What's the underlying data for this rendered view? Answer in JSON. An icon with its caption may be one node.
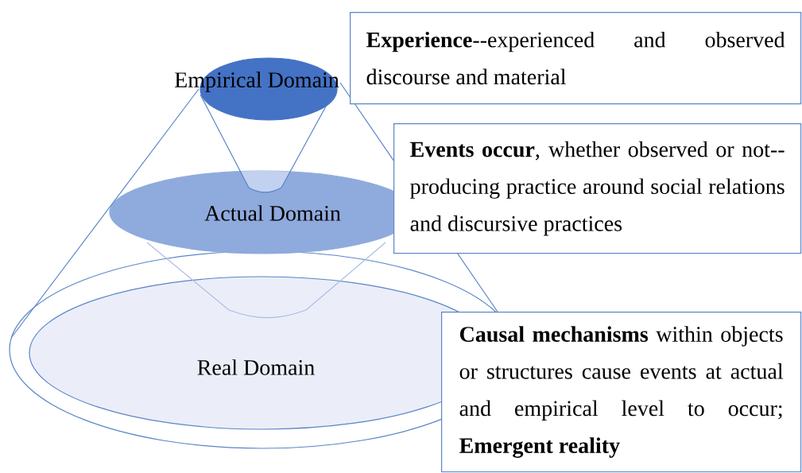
{
  "diagram": {
    "nodes": [
      {
        "text": [
          "Empirical Domain"
        ]
      },
      {
        "text": [
          "Actual Domain"
        ]
      },
      {
        "text": [
          "Real Domain"
        ]
      },
      {
        "text": [
          "**Experience**--experienced and observed discourse and material"
        ]
      },
      {
        "text": [
          "**Events occur**, whether observed or not--producing practice around social relations and discursive practices"
        ]
      },
      {
        "text": [
          "**Causal mechanisms** within objects or structures cause events at actual and empirical level to occur; **Emergent reality**"
        ]
      }
    ]
  }
}
